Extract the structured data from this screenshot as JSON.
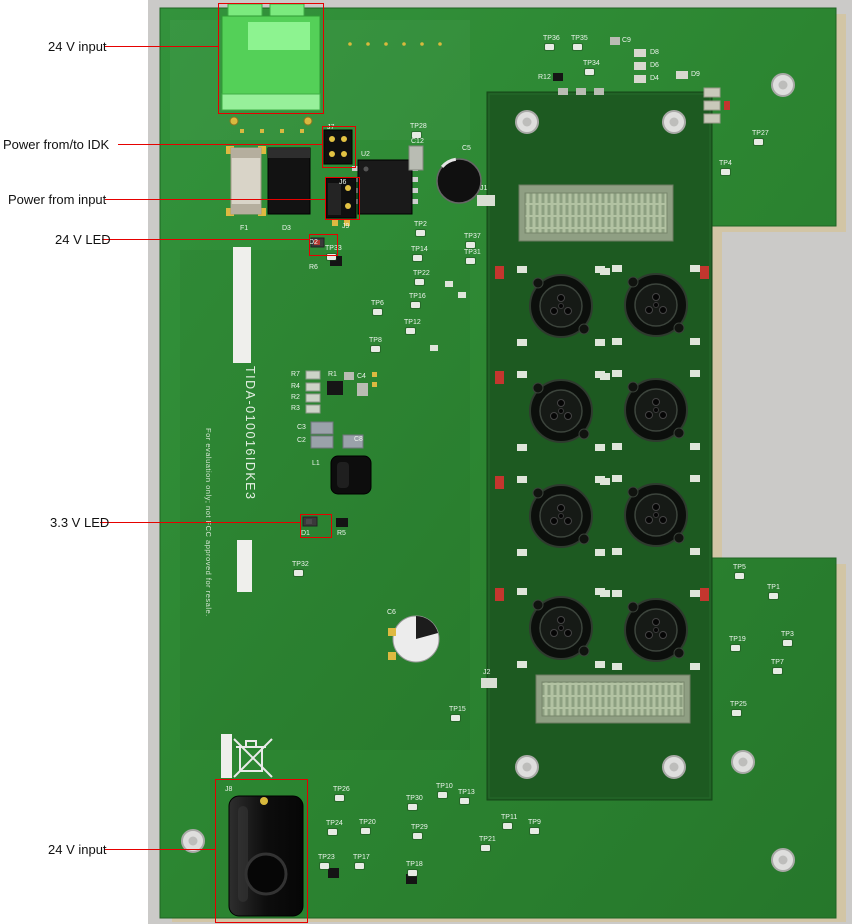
{
  "annotations": {
    "color": "#e60000",
    "callouts": [
      {
        "label": "24 V input"
      },
      {
        "label": "Power from/to IDK"
      },
      {
        "label": "Power from input"
      },
      {
        "label": "24 V LED"
      },
      {
        "label": "3.3 V LED"
      },
      {
        "label": "24 V input"
      }
    ]
  },
  "board": {
    "name_silkscreen": "TIDA-010016IDKE3",
    "disclaimer_silkscreen": "For evaluation only; not FCC approved for resale.",
    "colors": {
      "pcb_green": "#2c8531",
      "module_green": "#1d5a21",
      "terminal_block_green": "#54d058",
      "annotation_red": "#e60000",
      "silkscreen_white": "#ecf4ec",
      "background_gray": "#cbcac8",
      "underlay_tan": "#d2c5a5"
    },
    "silk": [
      "TP36",
      "TP35",
      "C9",
      "D8",
      "TP34",
      "D6",
      "R12",
      "D4",
      "D9",
      "TP27",
      "TP4",
      "J7",
      "TP28",
      "U2",
      "C12",
      "C5",
      "J1",
      "J6",
      "J9",
      "F1",
      "D3",
      "D2",
      "TP33",
      "R6",
      "TP2",
      "TP37",
      "TP14",
      "TP31",
      "TP22",
      "TP16",
      "TP6",
      "TP12",
      "TP8",
      "R7",
      "R1",
      "C4",
      "R4",
      "R2",
      "R3",
      "C3",
      "C2",
      "C8",
      "L1",
      "D1",
      "R5",
      "TP32",
      "C6",
      "J2",
      "TP15",
      "J8",
      "TP26",
      "TP30",
      "TP10",
      "TP13",
      "TP24",
      "TP20",
      "TP29",
      "TP11",
      "TP9",
      "TP21",
      "TP23",
      "TP17",
      "TP18",
      "TP5",
      "TP1",
      "TP19",
      "TP3",
      "TP7",
      "TP25"
    ]
  }
}
